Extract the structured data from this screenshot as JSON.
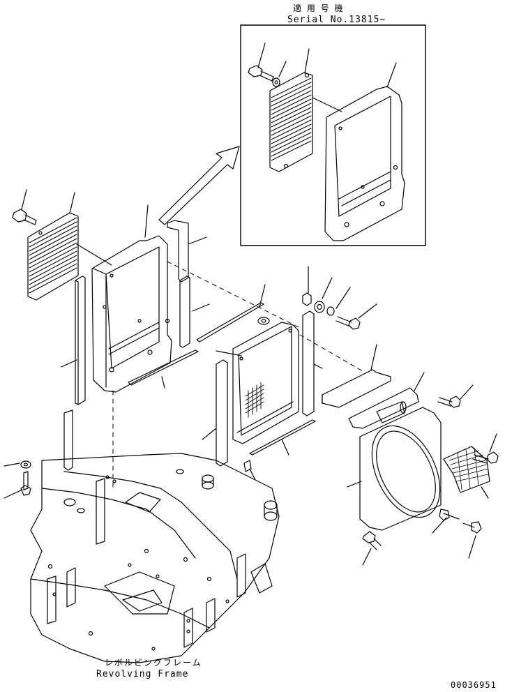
{
  "inset": {
    "applicability_jp": "適 用 号 機",
    "serial_label": "Serial No.13815~"
  },
  "frame_label": {
    "jp": "レボルビングフレーム",
    "en": "Revolving Frame"
  },
  "drawing_number": "00036951"
}
